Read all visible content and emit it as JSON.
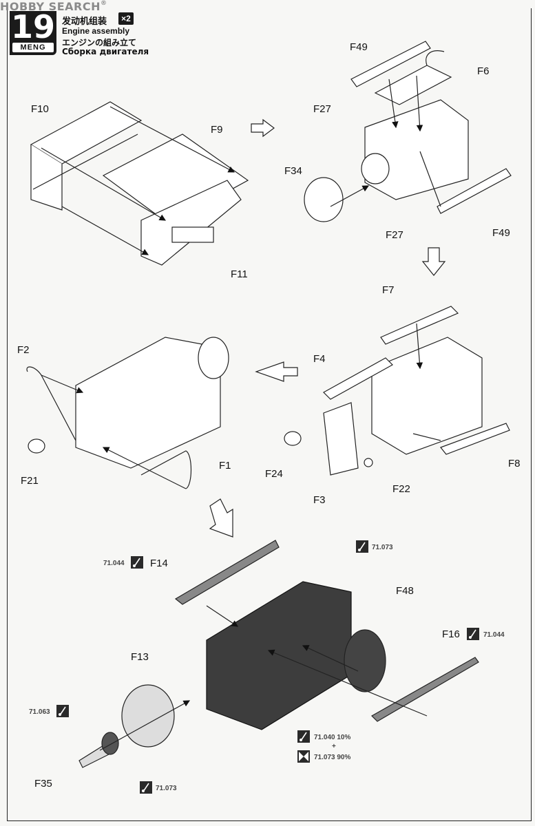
{
  "watermark": {
    "text": "HOBBY SEARCH",
    "reg": "®"
  },
  "step": {
    "number": "19",
    "brand": "MENG",
    "quantity": "×2"
  },
  "titles": {
    "cn": "发动机组装",
    "en": "Engine assembly",
    "jp": "エンジンの組み立て",
    "ru": "Сборка двигателя"
  },
  "parts": {
    "F10": "F10",
    "F9": "F9",
    "F11": "F11",
    "F49a": "F49",
    "F6": "F6",
    "F27a": "F27",
    "F34": "F34",
    "F27b": "F27",
    "F49b": "F49",
    "F7": "F7",
    "F4": "F4",
    "F24": "F24",
    "F3": "F3",
    "F22": "F22",
    "F8": "F8",
    "F2": "F2",
    "F21": "F21",
    "F1": "F1",
    "F14": "F14",
    "F48": "F48",
    "F16": "F16",
    "F13": "F13",
    "F35": "F35"
  },
  "paints": {
    "f14": "71.044",
    "f48": "71.073",
    "f16": "71.044",
    "f13": "71.063",
    "f35": "71.073",
    "mix_a": "71.040 10%",
    "mix_plus": "+",
    "mix_b": "71.073 90%"
  },
  "colors": {
    "ink": "#1b1b1b",
    "engine_dark": "#3d3d3d",
    "paper": "#f7f7f5"
  }
}
